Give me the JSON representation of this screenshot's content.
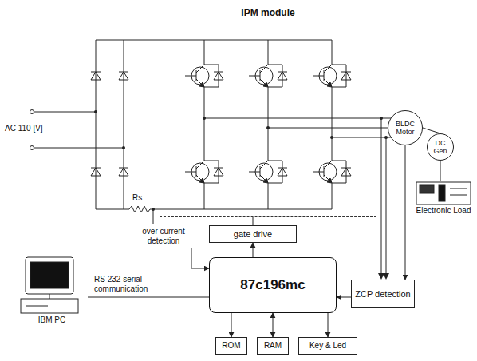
{
  "diagram": {
    "nodes": [
      {
        "text": [
          "IPM module"
        ]
      },
      {
        "text": [
          "over current detection"
        ]
      },
      {
        "text": [
          "gate drive"
        ]
      },
      {
        "text": [
          "87c196mc"
        ]
      },
      {
        "text": [
          "ZCP detection"
        ]
      },
      {
        "text": [
          "BLDC Motor"
        ]
      },
      {
        "text": [
          "DC Gen"
        ]
      },
      {
        "text": [
          "Electronic Load"
        ]
      },
      {
        "text": [
          "IBM PC"
        ]
      },
      {
        "text": [
          "ROM"
        ]
      },
      {
        "text": [
          "RAM"
        ]
      },
      {
        "text": [
          "Key & Led"
        ]
      }
    ],
    "edges": [
      {
        "from": 1,
        "to": 3,
        "arrow": "to"
      },
      {
        "from": 3,
        "to": 2,
        "arrow": "to"
      },
      {
        "from": 2,
        "to": 0,
        "arrow": "none"
      },
      {
        "from": 0,
        "to": 5,
        "arrow": "none"
      },
      {
        "from": 5,
        "to": 6,
        "arrow": "none"
      },
      {
        "from": 6,
        "to": 7,
        "arrow": "none"
      },
      {
        "from": 5,
        "to": 4,
        "arrow": "to"
      },
      {
        "from": 4,
        "to": 3,
        "arrow": "to"
      },
      {
        "from": 8,
        "to": 3,
        "label": "RS 232 serial communication",
        "arrow": "none"
      },
      {
        "from": 3,
        "to": 9,
        "arrow": "to"
      },
      {
        "from": 3,
        "to": 10,
        "arrow": "both"
      },
      {
        "from": 3,
        "to": 11,
        "arrow": "to"
      }
    ],
    "labels": [
      "AC 110 [V]",
      "Rs"
    ]
  }
}
